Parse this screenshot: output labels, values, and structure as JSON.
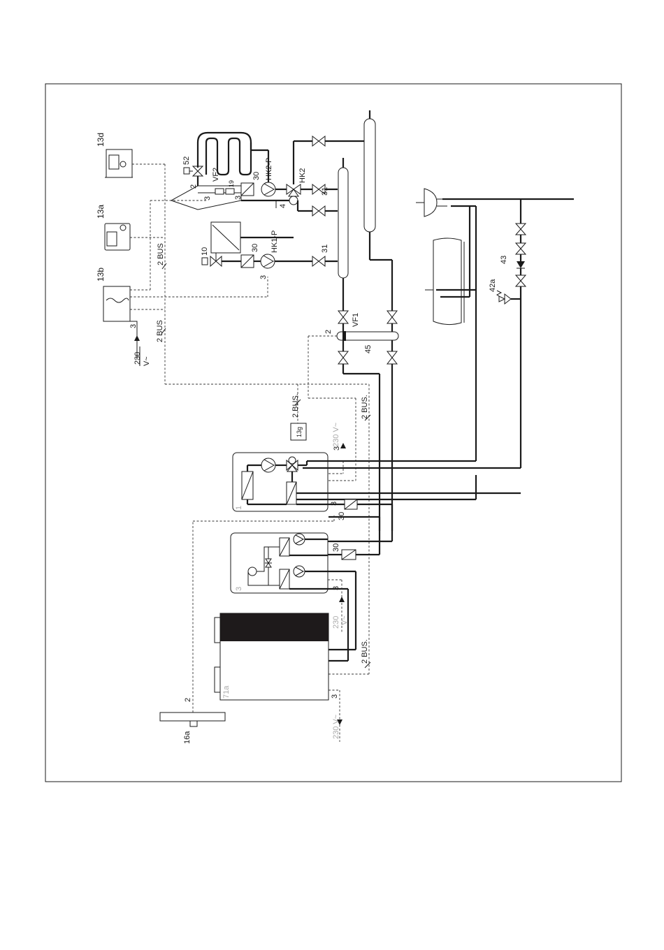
{
  "labels": {
    "13d": "13d",
    "13a": "13a",
    "13b": "13b",
    "13g": "13g",
    "16a": "16a",
    "52": "52",
    "10": "10",
    "vf2": "VF2",
    "vf1": "VF1",
    "hk2p": "HK2-P",
    "hk2": "HK2",
    "hk1p": "HK1-P",
    "n30": "30",
    "n31": "31",
    "n19": "19",
    "n2": "2",
    "n3": "3",
    "n4": "4",
    "n45": "45",
    "n42a": "42a",
    "n43": "43",
    "n1": "1",
    "n71a": "71a",
    "bus": "2 BUS",
    "bus_dot": "2 BUS.",
    "v230": "230",
    "vac": "V~",
    "v230_ac": "230 V~"
  },
  "colors": {
    "line": "#1a1a1a",
    "unit_top": "#1e1a1b",
    "grey_text": "#aaaaaa"
  }
}
